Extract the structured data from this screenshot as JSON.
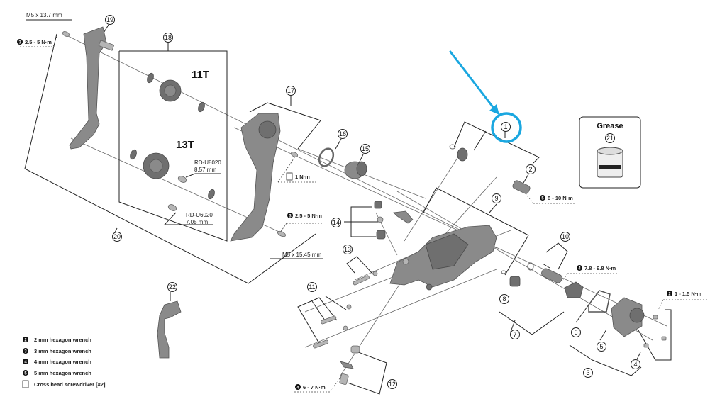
{
  "title": "Rear derailleur exploded view",
  "callouts": [
    {
      "id": "1",
      "highlighted": true
    },
    {
      "id": "2"
    },
    {
      "id": "3"
    },
    {
      "id": "4"
    },
    {
      "id": "5"
    },
    {
      "id": "6"
    },
    {
      "id": "7"
    },
    {
      "id": "8"
    },
    {
      "id": "9"
    },
    {
      "id": "10"
    },
    {
      "id": "11"
    },
    {
      "id": "12"
    },
    {
      "id": "13"
    },
    {
      "id": "14"
    },
    {
      "id": "15"
    },
    {
      "id": "16"
    },
    {
      "id": "17"
    },
    {
      "id": "18"
    },
    {
      "id": "19"
    },
    {
      "id": "20"
    },
    {
      "id": "21"
    },
    {
      "id": "22"
    }
  ],
  "labels": {
    "bolt_top": "M5 x 13.7 mm",
    "bolt_bottom": "M5 x 15.45 mm",
    "pulley_11t": "11T",
    "pulley_13t": "13T",
    "spacer_u8020_model": "RD-U8020",
    "spacer_u8020_len": "8.57 mm",
    "spacer_u6020_model": "RD-U6020",
    "spacer_u6020_len": "7.05 mm",
    "grease_title": "Grease"
  },
  "torques": {
    "t19": {
      "tool": "3",
      "value": "2.5 - 5 N·m"
    },
    "t17": {
      "tool": "screwdriver",
      "value": "1 N·m"
    },
    "t20": {
      "tool": "3",
      "value": "2.5 - 5 N·m"
    },
    "t2": {
      "tool": "5",
      "value": "8 - 10 N·m"
    },
    "t10": {
      "tool": "4",
      "value": "7.8 - 9.8 N·m"
    },
    "t4": {
      "tool": "2",
      "value": "1 - 1.5 N·m"
    },
    "t12": {
      "tool": "4",
      "value": "6 - 7 N·m"
    }
  },
  "legend": [
    {
      "icon": "2",
      "label": "2 mm hexagon wrench"
    },
    {
      "icon": "3",
      "label": "3 mm hexagon wrench"
    },
    {
      "icon": "4",
      "label": "4 mm hexagon wrench"
    },
    {
      "icon": "5",
      "label": "5 mm hexagon wrench"
    },
    {
      "icon": "screwdriver",
      "label": "Cross head screwdriver [#2]"
    }
  ],
  "annotation": {
    "color": "#1aa7e0",
    "target": "1"
  }
}
